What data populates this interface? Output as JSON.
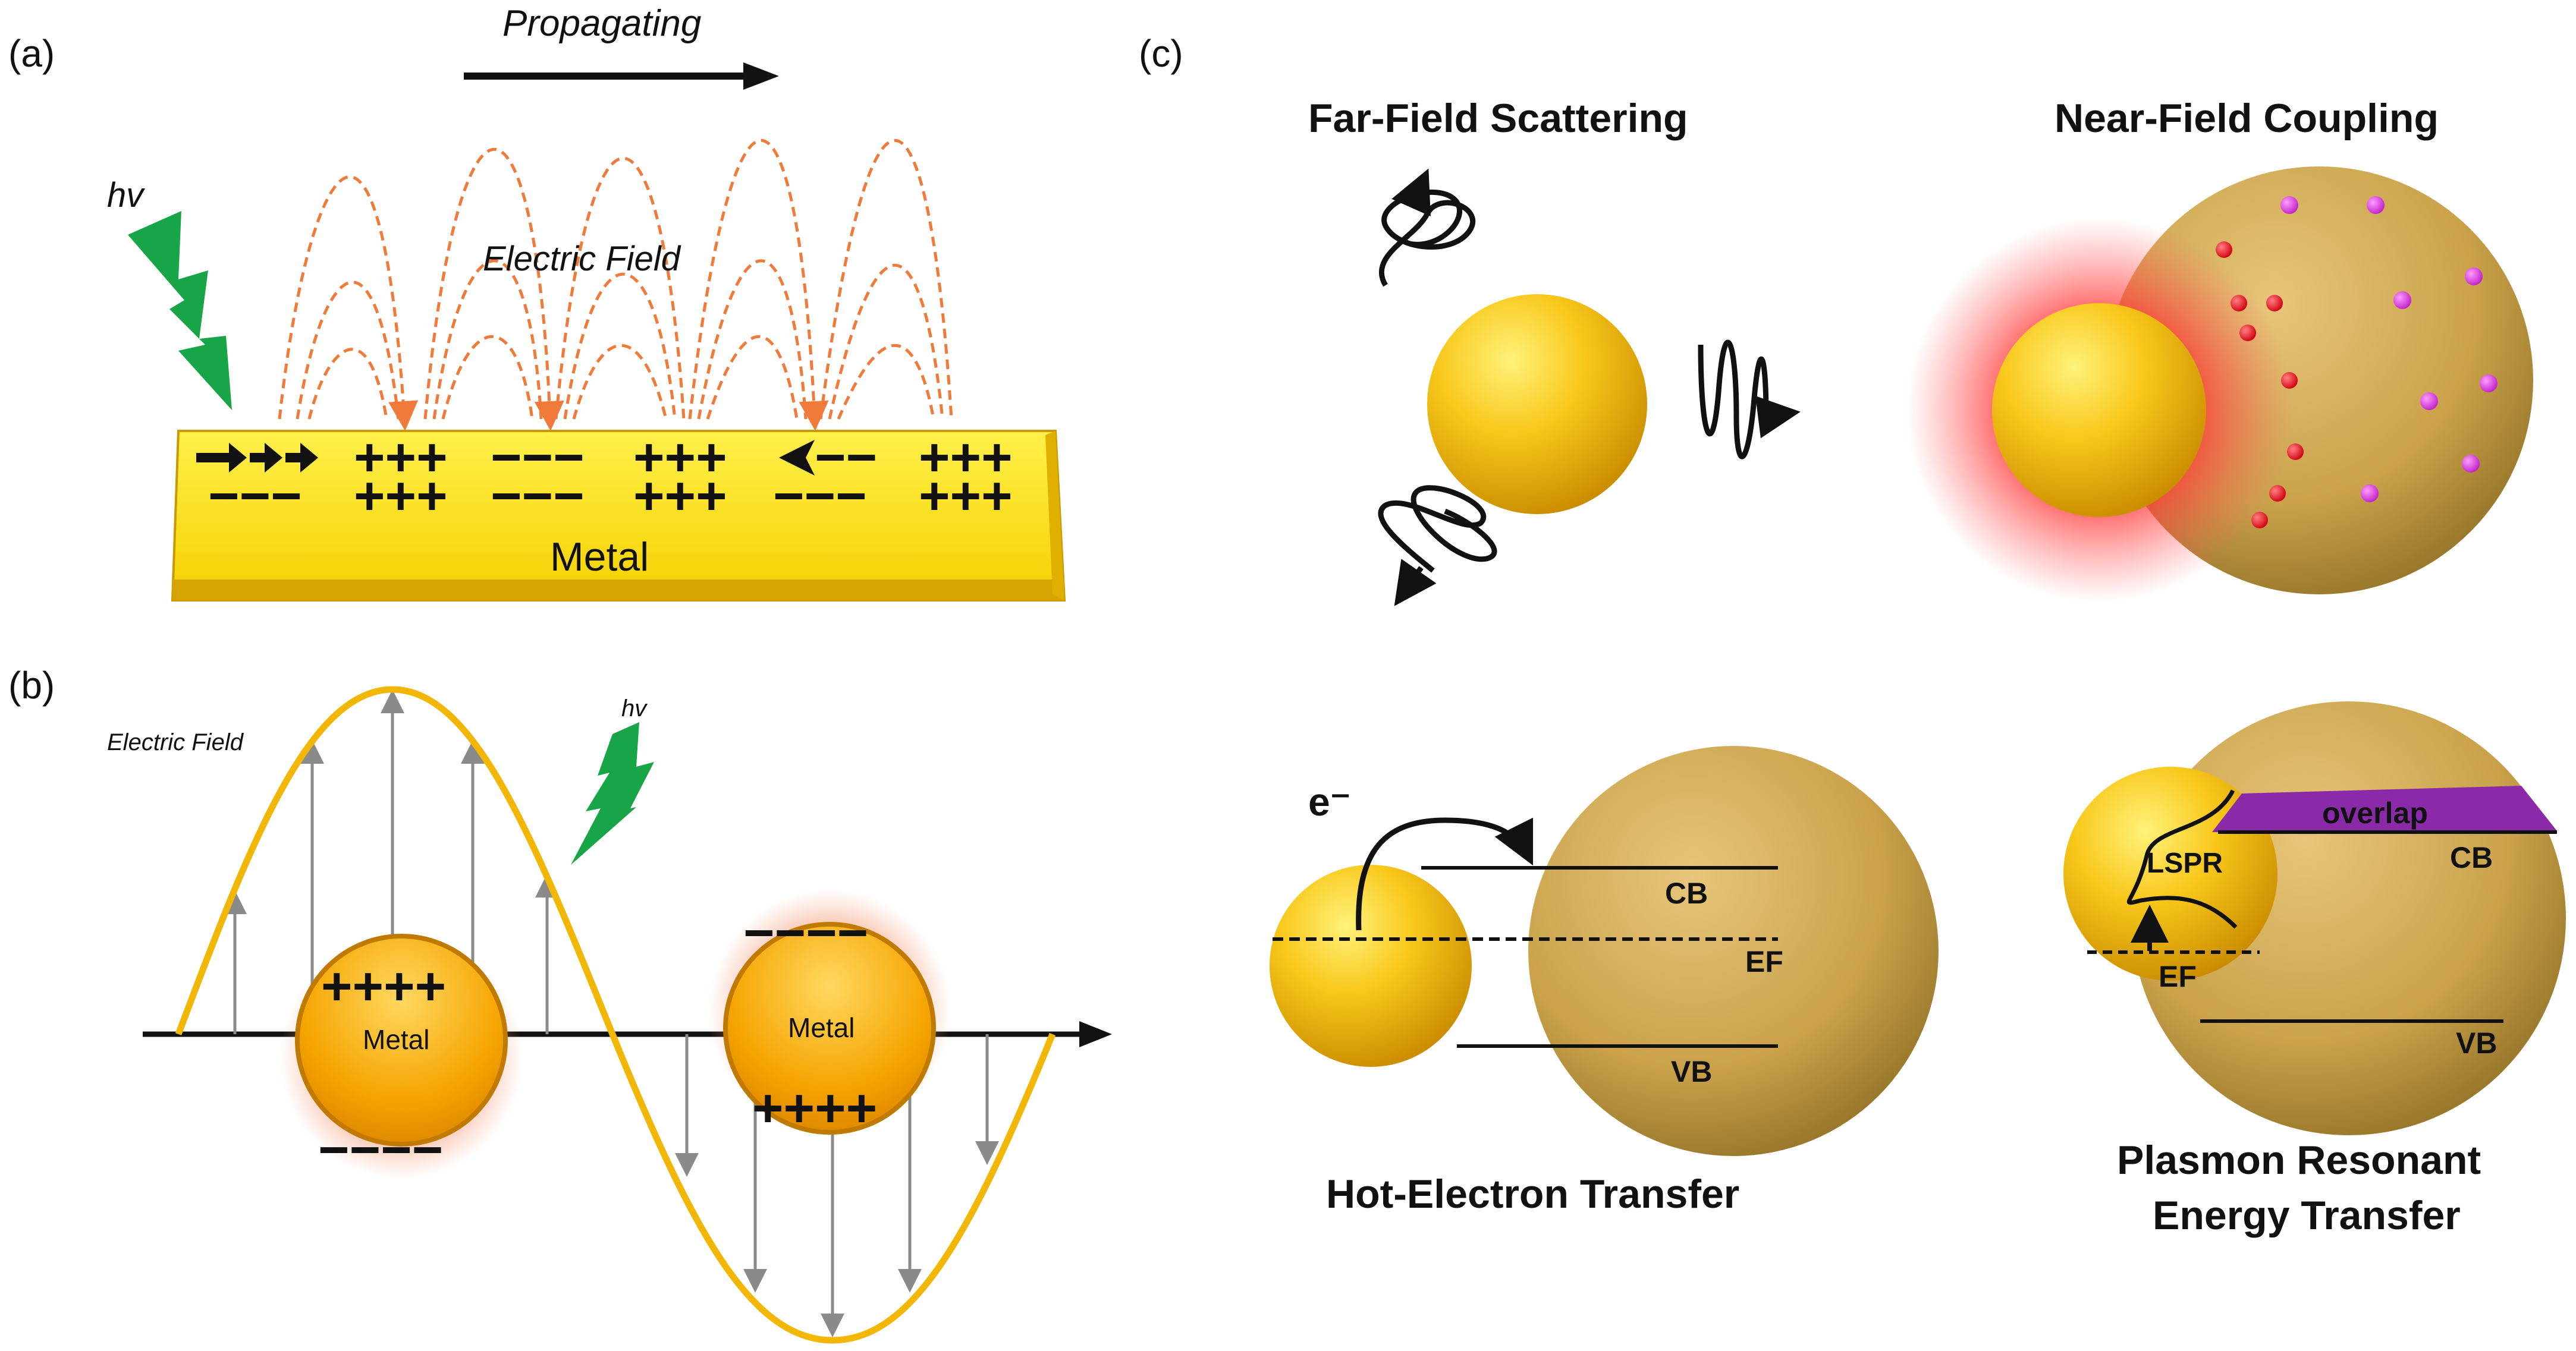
{
  "panel_a": {
    "tag": "(a)",
    "hv": "hv",
    "propagating": "Propagating",
    "electric_field": "Electric Field",
    "metal": "Metal",
    "charge_row_top": [
      "+++",
      "−−−",
      "+++",
      "−−",
      "+++"
    ],
    "charge_row_bottom": [
      "−−−",
      "+++",
      "−−−",
      "+++",
      "−−−",
      "+++"
    ]
  },
  "panel_b": {
    "tag": "(b)",
    "electric_field": "Electric Field",
    "hv": "hv",
    "metal_left": "Metal",
    "metal_right": "Metal",
    "plus_charges": "++++",
    "minus_charges": "−−−−"
  },
  "panel_c": {
    "tag": "(c)",
    "far_field_title": "Far-Field Scattering",
    "near_field_title": "Near-Field Coupling",
    "hot_electron_title": "Hot-Electron Transfer",
    "prat_title_line1": "Plasmon Resonant",
    "prat_title_line2": "Energy Transfer",
    "electron": "e⁻",
    "cb": "CB",
    "ef": "EF",
    "vb": "VB",
    "lspr": "LSPR",
    "overlap": "overlap"
  },
  "colors": {
    "gold": "#f5c400",
    "orange_arrow": "#f07a3a",
    "green_bolt": "#18a548",
    "wave": "#f2b705",
    "overlap": "#8a2aa8",
    "semiconductor": "#c9a24a"
  }
}
